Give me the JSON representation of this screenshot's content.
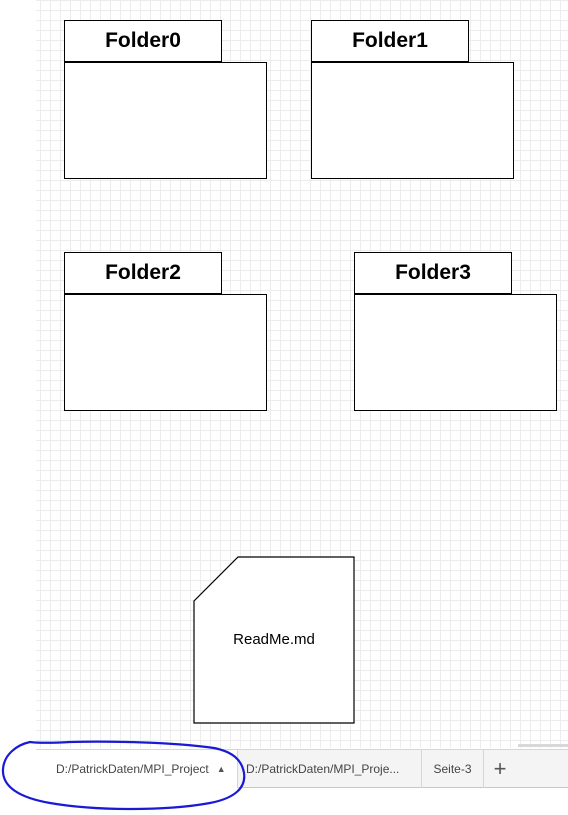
{
  "diagram": {
    "folders": [
      {
        "label": "Folder0"
      },
      {
        "label": "Folder1"
      },
      {
        "label": "Folder2"
      },
      {
        "label": "Folder3"
      }
    ],
    "note": {
      "label": "ReadMe.md"
    }
  },
  "tabs": [
    {
      "label": "D:/PatrickDaten/MPI_Project",
      "active": true
    },
    {
      "label": "D:/PatrickDaten/MPI_Proje..."
    },
    {
      "label": "Seite-3"
    }
  ],
  "icons": {
    "caret": "caret-up-icon",
    "add": "plus-icon"
  },
  "annotation": {
    "color": "#1a1ad6"
  }
}
